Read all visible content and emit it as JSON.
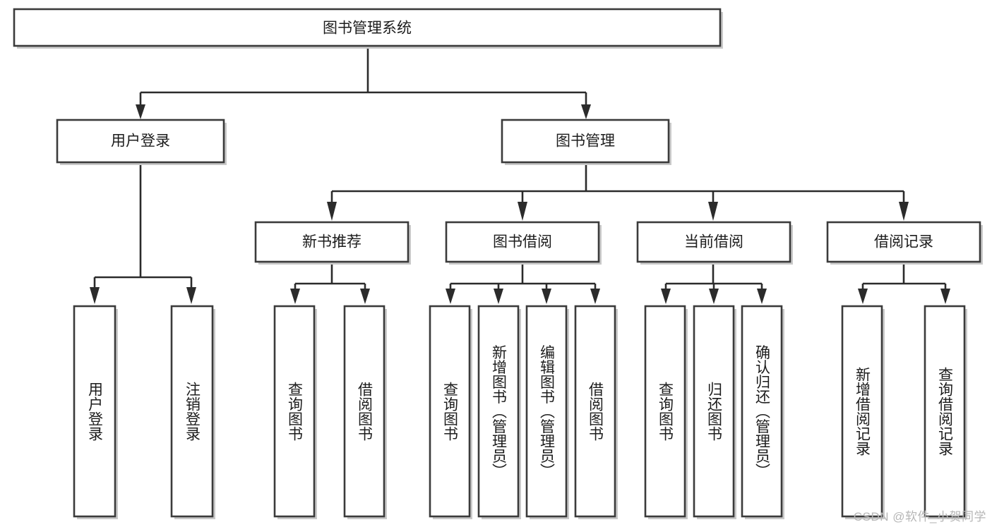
{
  "diagram": {
    "type": "tree-hierarchy",
    "title": "图书管理系统",
    "watermark": "CSDN @软件_小贺同学",
    "nodes": {
      "root": {
        "label": "图书管理系统"
      },
      "level1": [
        {
          "label": "用户登录"
        },
        {
          "label": "图书管理"
        }
      ],
      "level2": [
        {
          "label": "新书推荐"
        },
        {
          "label": "图书借阅"
        },
        {
          "label": "当前借阅"
        },
        {
          "label": "借阅记录"
        }
      ],
      "leaves_user_login": [
        {
          "label": "用户登录"
        },
        {
          "label": "注销登录"
        }
      ],
      "leaves_new_book": [
        {
          "label": "查询图书"
        },
        {
          "label": "借阅图书"
        }
      ],
      "leaves_book_borrow": [
        {
          "label": "查询图书"
        },
        {
          "label": "新增图书（管理员）"
        },
        {
          "label": "编辑图书（管理员）"
        },
        {
          "label": "借阅图书"
        }
      ],
      "leaves_current_borrow": [
        {
          "label": "查询图书"
        },
        {
          "label": "归还图书"
        },
        {
          "label": "确认归还（管理员）"
        }
      ],
      "leaves_borrow_record": [
        {
          "label": "新增借阅记录"
        },
        {
          "label": "查询借阅记录"
        }
      ]
    },
    "colors": {
      "box_stroke": "#3b3b3b",
      "box_fill": "#ffffff",
      "connector": "#2b2b2b",
      "text": "#1c1c1c",
      "watermark": "#b6b6b6",
      "background": "#ffffff"
    }
  }
}
